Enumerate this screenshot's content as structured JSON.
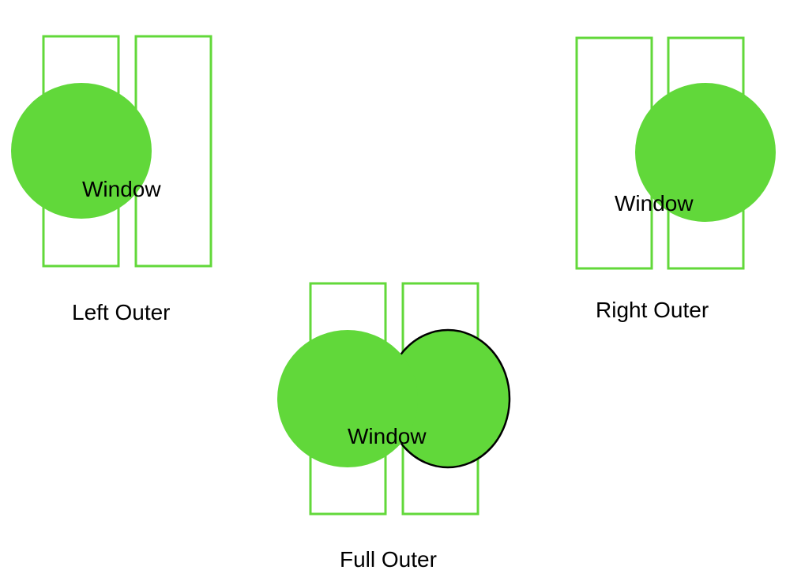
{
  "colors": {
    "lane_stroke": "#62d83a",
    "window_fill": "#61d83a",
    "text": "#000000",
    "outline": "#000000"
  },
  "panels": {
    "left_outer": {
      "window_label": "Window",
      "caption": "Left Outer"
    },
    "right_outer": {
      "window_label": "Window",
      "caption": "Right Outer"
    },
    "full_outer": {
      "window_label": "Window",
      "caption": "Full Outer"
    }
  }
}
